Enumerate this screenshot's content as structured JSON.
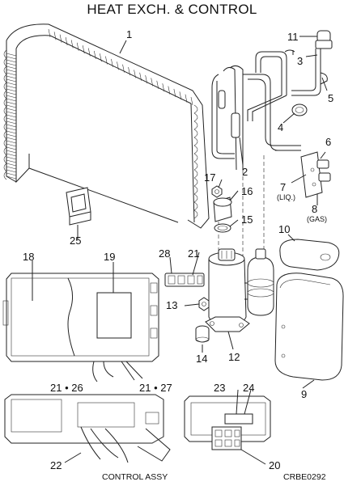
{
  "header": {
    "title": "HEAT EXCH. & CONTROL"
  },
  "footer": {
    "assembly_label": "CONTROL ASSY",
    "drawing_code": "CRBE0292"
  },
  "callouts": [
    {
      "id": "1",
      "text": "1"
    },
    {
      "id": "2",
      "text": "2"
    },
    {
      "id": "3",
      "text": "3"
    },
    {
      "id": "4",
      "text": "4"
    },
    {
      "id": "5",
      "text": "5"
    },
    {
      "id": "6",
      "text": "6"
    },
    {
      "id": "7",
      "text": "7",
      "sub": "(LIQ.)"
    },
    {
      "id": "8",
      "text": "8",
      "sub": "(GAS)"
    },
    {
      "id": "9",
      "text": "9"
    },
    {
      "id": "10",
      "text": "10"
    },
    {
      "id": "11",
      "text": "11"
    },
    {
      "id": "12",
      "text": "12"
    },
    {
      "id": "13",
      "text": "13"
    },
    {
      "id": "14",
      "text": "14"
    },
    {
      "id": "15",
      "text": "15"
    },
    {
      "id": "16",
      "text": "16"
    },
    {
      "id": "17",
      "text": "17"
    },
    {
      "id": "18",
      "text": "18"
    },
    {
      "id": "19",
      "text": "19"
    },
    {
      "id": "20",
      "text": "20"
    },
    {
      "id": "21a",
      "text": "21"
    },
    {
      "id": "21_26",
      "text": "21 • 26"
    },
    {
      "id": "21_27",
      "text": "21 • 27"
    },
    {
      "id": "22",
      "text": "22"
    },
    {
      "id": "23",
      "text": "23"
    },
    {
      "id": "24",
      "text": "24"
    },
    {
      "id": "25",
      "text": "25"
    },
    {
      "id": "28",
      "text": "28"
    }
  ]
}
